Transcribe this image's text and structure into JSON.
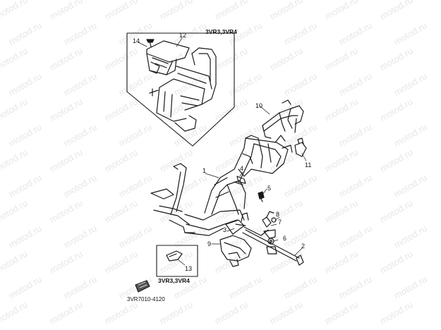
{
  "diagram": {
    "inset_top_caption": "3VR3,3VR4",
    "inset_bottom_caption": "3VR3,3VR4",
    "document_code": "3VR7010-4120",
    "watermark": "motod.ru",
    "callouts": {
      "c1": "1",
      "c2": "2",
      "c3": "3",
      "c4": "4",
      "c5": "5",
      "c6": "6",
      "c7": "7",
      "c8": "8",
      "c9": "9",
      "c10": "10",
      "c11": "11",
      "c12": "12",
      "c13": "13",
      "c14": "14"
    }
  }
}
